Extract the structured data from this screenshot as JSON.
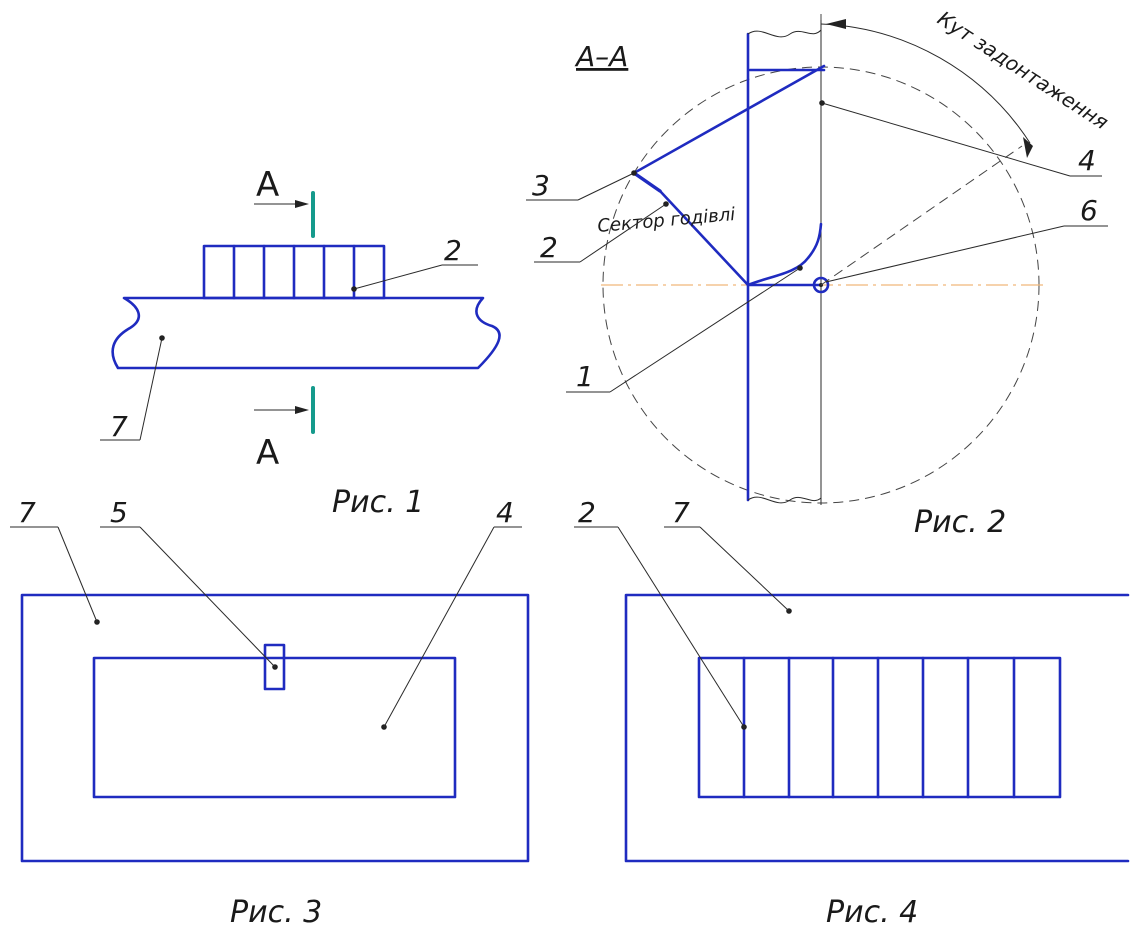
{
  "section_label": "A–A",
  "section_marks": {
    "top": "A",
    "bottom": "A"
  },
  "angle_label": "Кут задонтаження",
  "sector_label": "Сектор годівлі",
  "figure_captions": {
    "fig1": "Рис. 1",
    "fig2": "Рис. 2",
    "fig3": "Рис. 3",
    "fig4": "Рис. 4"
  },
  "callouts": {
    "fig1_part2": "2",
    "fig1_part7": "7",
    "fig2_part3": "3",
    "fig2_part2": "2",
    "fig2_part1": "1",
    "fig2_part4": "4",
    "fig2_part6": "6",
    "fig3_part7": "7",
    "fig3_part5": "5",
    "fig3_part4": "4",
    "fig4_part2": "2",
    "fig4_part7": "7"
  },
  "colors": {
    "outline": "#1f2bc0",
    "section_mark": "#159a8c",
    "center_axis": "#f0b87a",
    "leader": "#2a2a2a"
  }
}
